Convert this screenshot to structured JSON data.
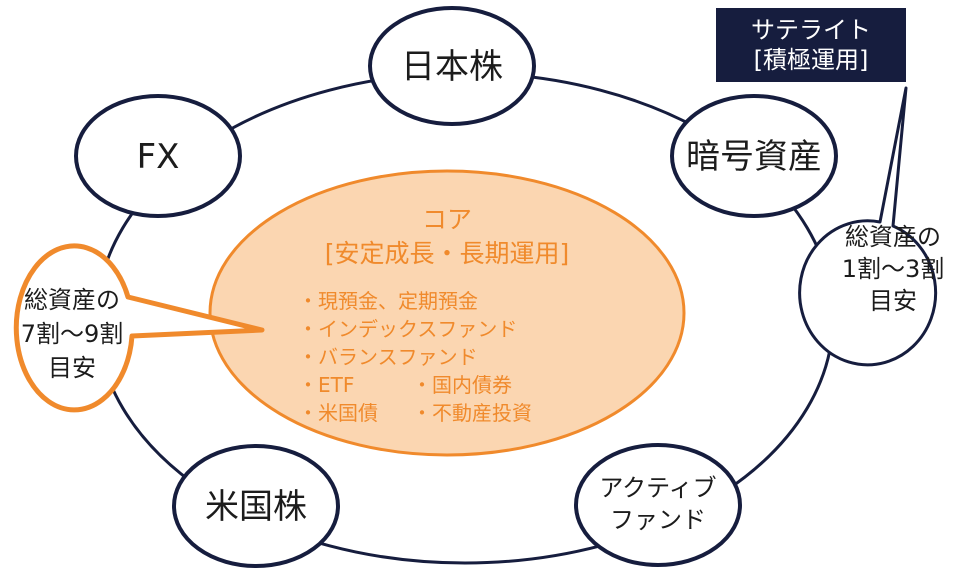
{
  "outer_nodes": {
    "japan_stock": "日本株",
    "fx": "FX",
    "crypto": "暗号資産",
    "us_stock": "米国株",
    "active_fund": [
      "アクティブ",
      "ファンド"
    ]
  },
  "core": {
    "title": "コア",
    "subtitle": "[安定成長・長期運用]",
    "items": [
      "・現預金、定期預金",
      "・インデックスファンド",
      "・バランスファンド",
      "・ETF",
      "・国内債券",
      "・米国債",
      "・不動産投資"
    ]
  },
  "core_callout": [
    "総資産の",
    "7割～9割",
    "目安"
  ],
  "satellite": {
    "title": "サテライト",
    "subtitle": "[積極運用]"
  },
  "satellite_callout": [
    "総資産の",
    "1割～3割",
    "目安"
  ],
  "colors": {
    "navy": "#161d3e",
    "orange": "#f08a2c",
    "core_fill": "#fbd6b1"
  }
}
